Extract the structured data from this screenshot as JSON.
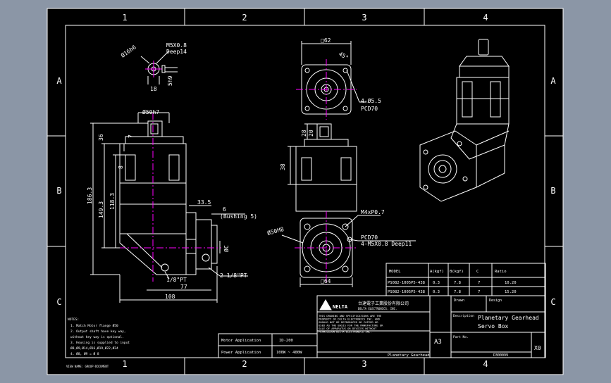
{
  "colors": {
    "background": "#8b96a6",
    "paper": "#000000",
    "line": "#ffffff",
    "center_line": "#ff00ff",
    "title_block": "#ffffff"
  },
  "zones": {
    "columns": [
      "1",
      "2",
      "3",
      "4"
    ],
    "rows": [
      "A",
      "B",
      "C"
    ]
  },
  "dimensions": {
    "d16h6": "Ø16h6",
    "m5": "M5X0.8",
    "deep14": "Deep14",
    "d18": "18",
    "d5h9": "5h9",
    "d50h7_top": "Ø50h7",
    "d36": "36",
    "d7": "7",
    "d8": "8",
    "d118_3": "118.3",
    "d149_3": "149.3",
    "d186_3": "186.3",
    "d33_5": "33.5",
    "bushing_6": "6",
    "bushing_label": "(Bushing 5)",
    "dc": "ØC",
    "pt2": "2-1/8\"PT",
    "pt1": "1/8\"PT",
    "d77": "77",
    "d108": "108",
    "d62": "□62",
    "d45": "45°",
    "hole4": "4-Ø5.5",
    "pcd70_a": "PCD70",
    "d28": "28",
    "d20": "20",
    "d38": "38",
    "m4": "M4xP0.7",
    "d50h8": "Ø50H8",
    "pcd70_b": "PCD70",
    "m5b": "4-M5X0.8 Deep11",
    "d64": "□64"
  },
  "table": {
    "headers": [
      "MODEL",
      "A(kgf)",
      "B(kgf)",
      "C",
      "Ratio"
    ],
    "rows": [
      [
        "PS082-1005P5-438",
        "0.3",
        "7.8",
        "7",
        "10.20"
      ],
      [
        "PS082-1005P5-438",
        "0.3",
        "7.8",
        "7",
        "15.20"
      ]
    ]
  },
  "title_block": {
    "company": "台達電子工業股份有限公司",
    "company_en": "DELTA ELECTRONICS, INC.",
    "notice_lines": [
      "THIS DRAWING AND SPECIFICATIONS ARE THE",
      "PROPERTY OF DELTA ELECTRONICS INC. AND",
      "SHOULD NOT BE REPRODUCED OR COPIED OR",
      "USED AS THE BASIS FOR THE MANUFACTURE OR",
      "SALE OF APPARATUS OR DEVICES WITHOUT",
      "PERMISSION DELTA ELECTRONICS INC."
    ],
    "drawn": "Drawn",
    "design": "Design",
    "description_label": "Description",
    "description_1": "Planetary Gearhead",
    "description_2": "Servo Box",
    "size": "A3",
    "rev": "X0",
    "motor_application_label": "Motor Application",
    "motor_application_value": "ID-200",
    "power_application_label": "Power Application",
    "power_application_value": "100W ~ 400W",
    "footer_name": "Planetary Gearhead",
    "part_no": "Part No.",
    "code": "D300099"
  },
  "notes": {
    "title": "NOTES:",
    "lines": [
      "1. Match Motor flange Ø50",
      "2. Output shaft have key way,",
      "   without key way is optional.",
      "3. Housing is supplied to input",
      "   Ø8,Ø9,Ø14,Ø16,Ø19,Ø22,Ø24",
      "4. Ø8, Ø9 = Ø 8"
    ]
  },
  "stamp": "VIEW NAME: GROUP-DOCUMENT"
}
